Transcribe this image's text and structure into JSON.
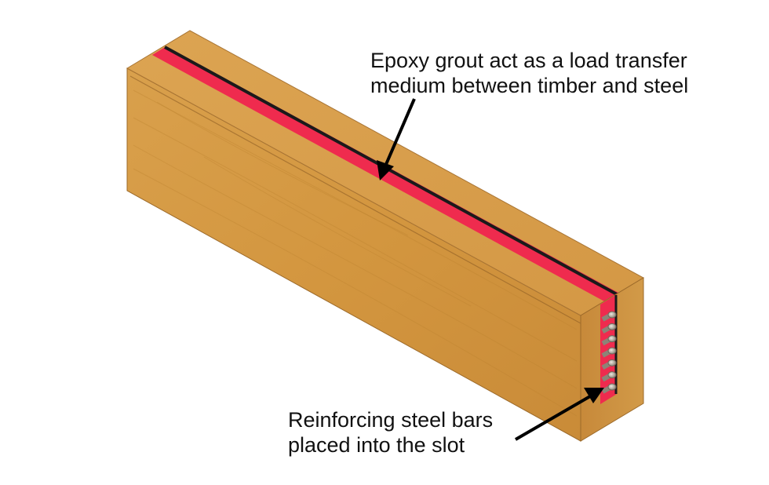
{
  "annotations": {
    "epoxy_grout": {
      "line1": "Epoxy grout act as a load transfer",
      "line2": "medium between timber and steel"
    },
    "steel_bars": {
      "line1": "Reinforcing steel bars",
      "line2": "placed into the slot"
    }
  },
  "colors": {
    "timber_front": "#D69A45",
    "timber_top": "#D9A04C",
    "timber_end": "#C88A38",
    "epoxy": "#EF2B4E",
    "slot_shadow": "#1a1a1a",
    "steel": "#B9B2A6",
    "arrow": "#000000"
  },
  "steel_bar_count": 7
}
